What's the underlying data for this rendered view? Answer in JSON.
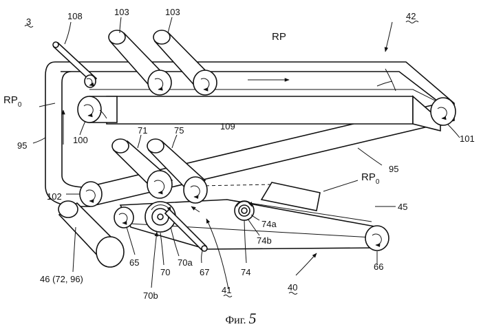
{
  "figure": {
    "caption_prefix": "Фиг.",
    "caption_number": "5"
  },
  "labels": {
    "ref_3": "3",
    "ref_108": "108",
    "ref_103a": "103",
    "ref_103b": "103",
    "ref_42": "42",
    "ref_RP": "RP",
    "ref_RP0_left": "RP",
    "ref_RP0_left_sub": "0",
    "ref_100": "100",
    "ref_109": "109",
    "ref_101": "101",
    "ref_95_left": "95",
    "ref_95_right": "95",
    "ref_71": "71",
    "ref_75": "75",
    "ref_RP0_right": "RP",
    "ref_RP0_right_sub": "0",
    "ref_102": "102",
    "ref_45": "45",
    "ref_74a": "74a",
    "ref_74b": "74b",
    "ref_46": "46 (72, 96)",
    "ref_65": "65",
    "ref_70": "70",
    "ref_70a": "70a",
    "ref_67": "67",
    "ref_74": "74",
    "ref_66": "66",
    "ref_70b": "70b",
    "ref_41": "41",
    "ref_40": "40"
  }
}
